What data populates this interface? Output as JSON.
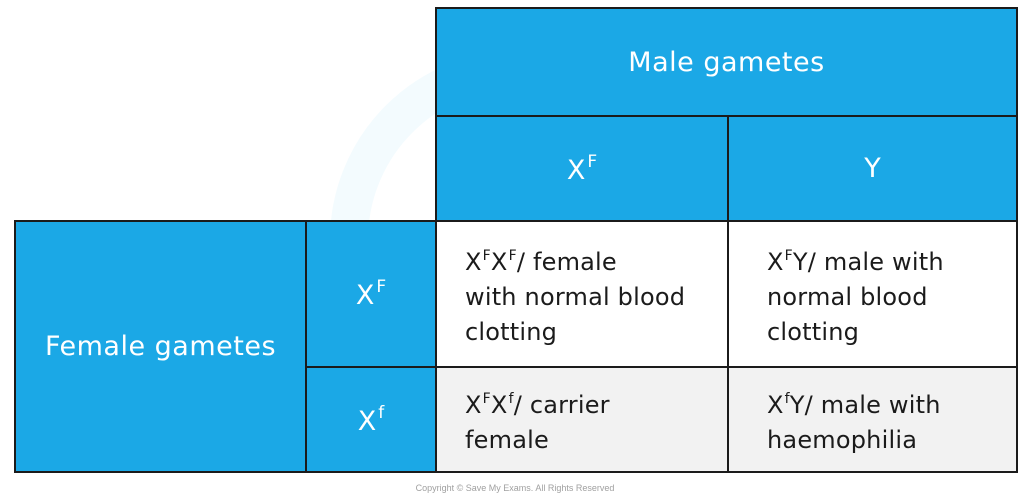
{
  "colors": {
    "header_fill": "#1ba8e6",
    "header_text": "#ffffff",
    "row1_fill": "#ffffff",
    "row2_fill": "#f2f2f2",
    "border": "#1b1b1b"
  },
  "header": {
    "male_gametes": "Male gametes",
    "female_gametes": "Female gametes"
  },
  "male_alleles": [
    {
      "base": "X",
      "sup": "F"
    },
    {
      "base": "Y",
      "sup": ""
    }
  ],
  "female_alleles": [
    {
      "base": "X",
      "sup": "F"
    },
    {
      "base": "X",
      "sup": "f"
    }
  ],
  "cells": {
    "r1c1": {
      "geno_a_base": "X",
      "geno_a_sup": "F",
      "geno_b_base": "X",
      "geno_b_sup": "F",
      "lines": [
        "/ female",
        "with normal blood",
        "clotting"
      ]
    },
    "r1c2": {
      "geno_a_base": "X",
      "geno_a_sup": "F",
      "geno_b_base": "Y",
      "geno_b_sup": "",
      "lines": [
        "/ male with",
        "normal blood",
        "clotting"
      ]
    },
    "r2c1": {
      "geno_a_base": "X",
      "geno_a_sup": "F",
      "geno_b_base": "X",
      "geno_b_sup": "f",
      "lines": [
        "/ carrier",
        "female"
      ]
    },
    "r2c2": {
      "geno_a_base": "X",
      "geno_a_sup": "f",
      "geno_b_base": "Y",
      "geno_b_sup": "",
      "lines": [
        "/ male with",
        "haemophilia"
      ]
    }
  },
  "copyright": "Copyright © Save My Exams. All Rights Reserved"
}
